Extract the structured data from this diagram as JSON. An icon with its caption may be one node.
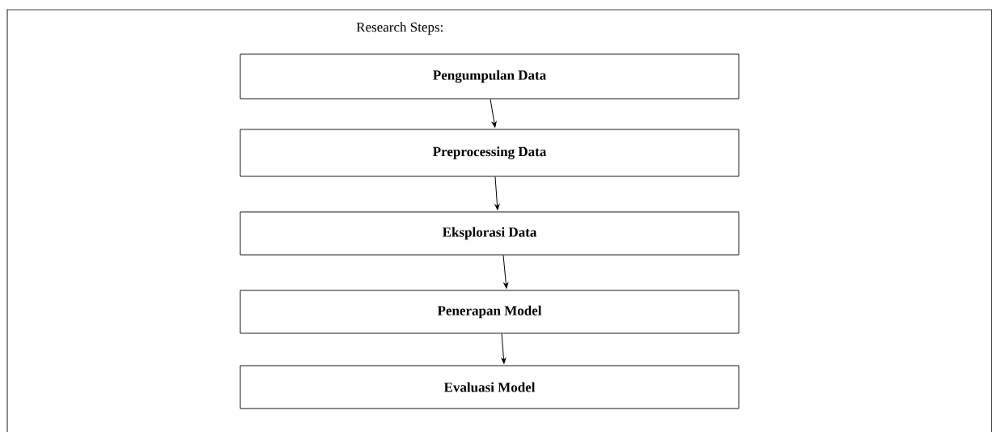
{
  "diagram": {
    "title": "Research Steps:",
    "nodes": [
      {
        "text": [
          "Pengumpulan Data"
        ]
      },
      {
        "text": [
          "Preprocessing Data"
        ]
      },
      {
        "text": [
          "Eksplorasi Data"
        ]
      },
      {
        "text": [
          "Penerapan Model"
        ]
      },
      {
        "text": [
          "Evaluasi Model"
        ]
      }
    ],
    "edges": [
      {
        "from": 0,
        "to": 1,
        "arrow": "to"
      },
      {
        "from": 1,
        "to": 2,
        "arrow": "to"
      },
      {
        "from": 2,
        "to": 3,
        "arrow": "to"
      },
      {
        "from": 3,
        "to": 4,
        "arrow": "to"
      }
    ]
  }
}
